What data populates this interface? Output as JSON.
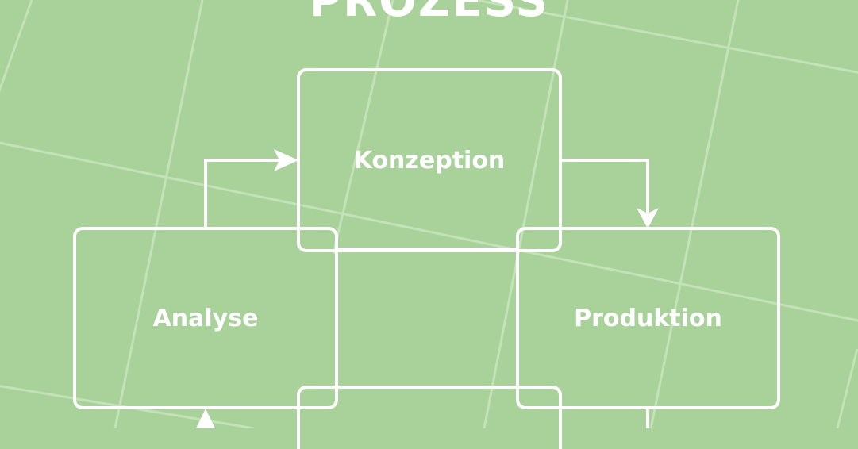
{
  "title": "PROZESS",
  "steps": [
    {
      "label": "Konzeption"
    },
    {
      "label": "Analyse"
    },
    {
      "label": "Produktion"
    },
    {
      "label": ""
    }
  ],
  "colors": {
    "background": "#a8d29a",
    "line": "#ffffff",
    "grid": "#c4e2b8"
  }
}
